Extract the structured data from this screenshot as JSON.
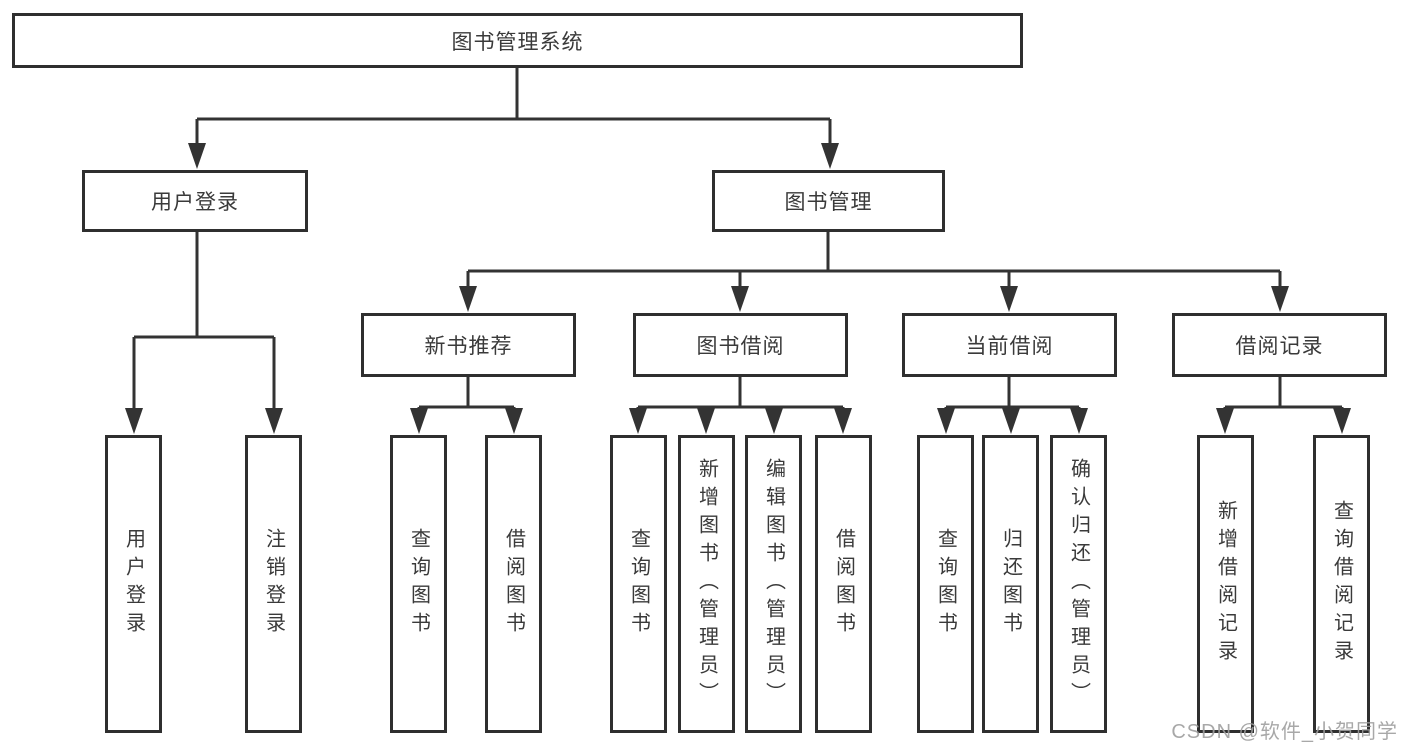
{
  "tree": {
    "label": "图书管理系统",
    "children": [
      {
        "label": "用户登录",
        "children": [
          {
            "label": "用户登录"
          },
          {
            "label": "注销登录"
          }
        ]
      },
      {
        "label": "图书管理",
        "children": [
          {
            "label": "新书推荐",
            "children": [
              {
                "label": "查询图书"
              },
              {
                "label": "借阅图书"
              }
            ]
          },
          {
            "label": "图书借阅",
            "children": [
              {
                "label": "查询图书"
              },
              {
                "label": "新增图书（管理员）"
              },
              {
                "label": "编辑图书（管理员）"
              },
              {
                "label": "借阅图书"
              }
            ]
          },
          {
            "label": "当前借阅",
            "children": [
              {
                "label": "查询图书"
              },
              {
                "label": "归还图书"
              },
              {
                "label": "确认归还（管理员）"
              }
            ]
          },
          {
            "label": "借阅记录",
            "children": [
              {
                "label": "新增借阅记录"
              },
              {
                "label": "查询借阅记录"
              }
            ]
          }
        ]
      }
    ]
  },
  "watermark": {
    "text": "CSDN @软件_小贺同学"
  },
  "colors": {
    "line": "#333333",
    "box_border": "#2f2f2f",
    "box_fill": "#ffffff",
    "text": "#3a3a3a",
    "watermark": "#9e9e9e",
    "background": "#ffffff"
  }
}
